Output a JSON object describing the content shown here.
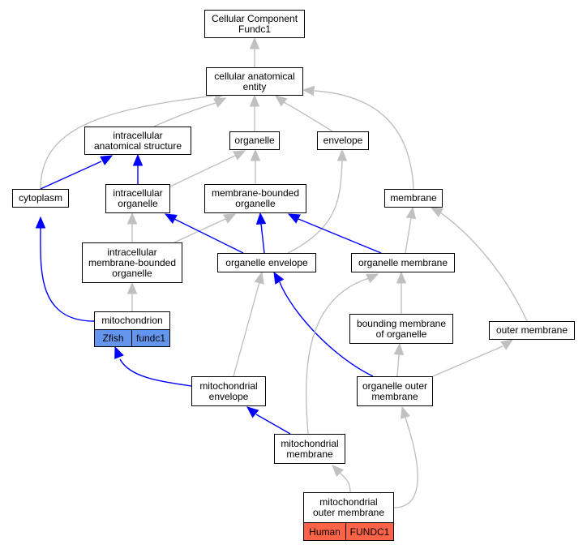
{
  "colors": {
    "gray_edge": "#c0c0c0",
    "blue_edge": "#0000ff",
    "zfish": "#6495ed",
    "human": "#ff6347"
  },
  "nodes": {
    "cc_fundc1": "Cellular Component\nFundc1",
    "cae": "cellular anatomical\nentity",
    "ias": "intracellular\nanatomical structure",
    "organelle": "organelle",
    "envelope": "envelope",
    "cytoplasm": "cytoplasm",
    "io": "intracellular\norganelle",
    "mbo": "membrane-bounded\norganelle",
    "membrane": "membrane",
    "imbo": "intracellular\nmembrane-bounded\norganelle",
    "oe": "organelle envelope",
    "om": "organelle membrane",
    "mito": "mitochondrion",
    "bmo": "bounding membrane\nof organelle",
    "outer_membrane": "outer membrane",
    "me": "mitochondrial\nenvelope",
    "oom": "organelle outer\nmembrane",
    "mm": "mitochondrial\nmembrane",
    "mom": "mitochondrial\nouter membrane"
  },
  "tags": {
    "zfish": "Zfish",
    "zfish_gene": "fundc1",
    "human": "Human",
    "human_gene": "FUNDC1"
  }
}
